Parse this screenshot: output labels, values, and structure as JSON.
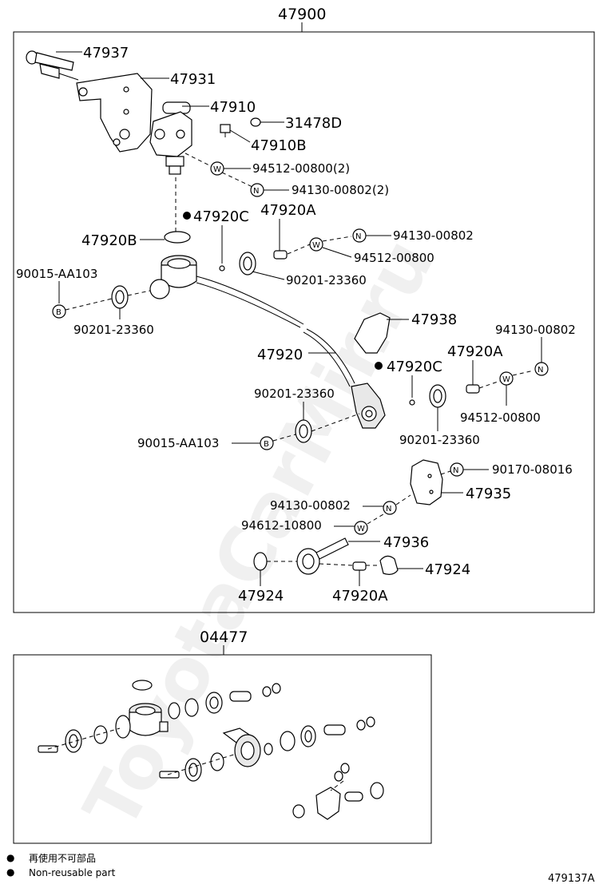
{
  "watermark": "ToyotaCarMir.ru",
  "assembly": {
    "number": "47900",
    "parts": {
      "p47937": "47937",
      "p47931": "47931",
      "p47910": "47910",
      "p31478D": "31478D",
      "p47910B": "47910B",
      "p94512_2": "94512-00800(2)",
      "p94130_2": "94130-00802(2)",
      "p47920C_1": "47920C",
      "p47920A_1": "47920A",
      "p47920B": "47920B",
      "p94130_a": "94130-00802",
      "p94512_a": "94512-00800",
      "p90015_a": "90015-AA103",
      "p90201_a": "90201-23360",
      "p90201_b": "90201-23360",
      "p47938": "47938",
      "p94130_b": "94130-00802",
      "p47920": "47920",
      "p47920A_2": "47920A",
      "p47920C_2": "47920C",
      "p90201_c": "90201-23360",
      "p94512_b": "94512-00800",
      "p90015_b": "90015-AA103",
      "p90201_d": "90201-23360",
      "p90170": "90170-08016",
      "p47935": "47935",
      "p94130_c": "94130-00802",
      "p94612": "94612-10800",
      "p47936": "47936",
      "p47924_a": "47924",
      "p47924_b": "47924",
      "p47920A_3": "47920A"
    },
    "symbols": {
      "washer": "W",
      "nut": "N",
      "bolt": "B"
    }
  },
  "kit": {
    "number": "04477"
  },
  "legend": {
    "bullet": "●",
    "line1": "再使用不可部品",
    "line2": "Non-reusable part"
  },
  "figure_code": "479137A"
}
